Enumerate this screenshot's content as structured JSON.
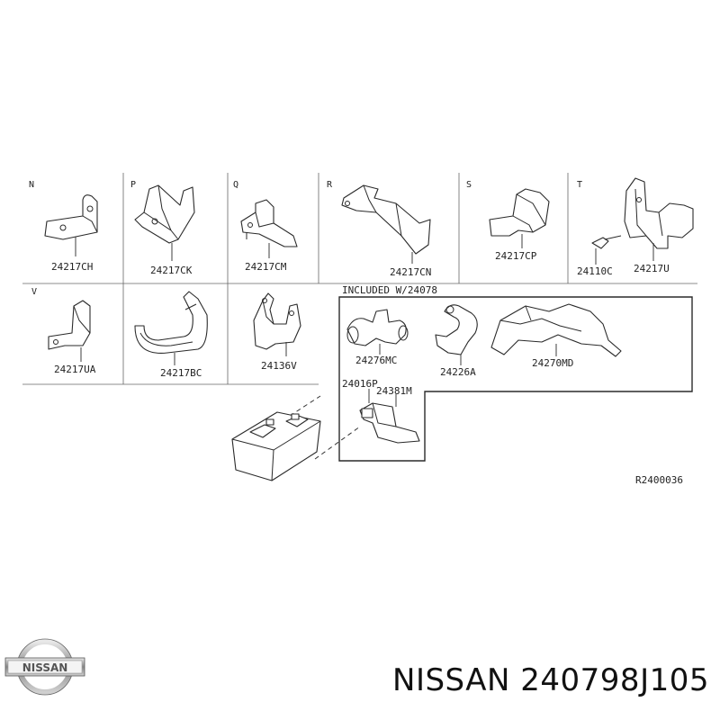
{
  "sections": [
    "N",
    "P",
    "Q",
    "R",
    "S",
    "T",
    "V"
  ],
  "parts": {
    "n": "24217CH",
    "p": "24217CK",
    "q": "24217CM",
    "r": "24217CN",
    "s": "24217CP",
    "t_bolt": "24110C",
    "t": "24217U",
    "v1": "24217UA",
    "v2": "24217BC",
    "v3": "24136V",
    "inc1": "24276MC",
    "inc2": "24226A",
    "inc3": "24270MD",
    "inc4": "24016P",
    "inc5": "24381M"
  },
  "included_note": "INCLUDED W/24078",
  "ref_code": "R2400036",
  "logo_text": "NISSAN",
  "brand_part": "NISSAN 240798J105"
}
